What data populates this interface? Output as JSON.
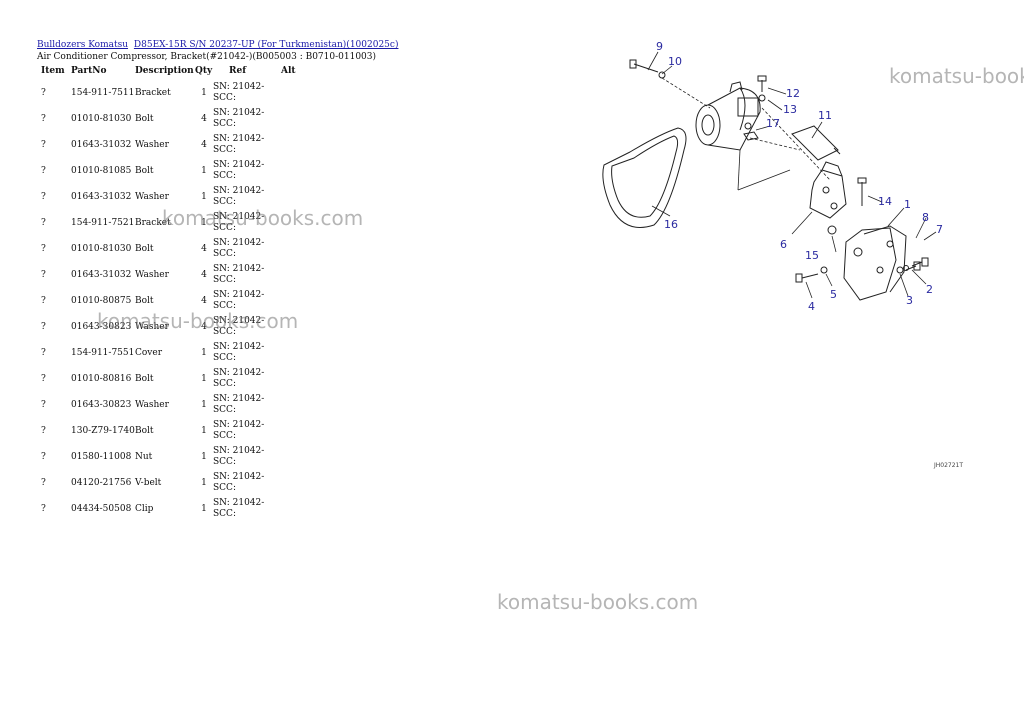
{
  "breadcrumb": {
    "items": [
      "Bulldozers Komatsu",
      "D85EX-15R S/N 20237-UP (For Turkmenistan)(1002025c)"
    ]
  },
  "subtitle": "Air Conditioner Compressor, Bracket(#21042-)(B005003 : B0710-011003)",
  "table": {
    "headers": [
      "Item",
      "PartNo",
      "Description",
      "Qty",
      "Ref",
      "Alt"
    ],
    "rows": [
      [
        "?",
        "154-911-7511",
        "Bracket",
        "1",
        "SN: 21042-SCC:",
        ""
      ],
      [
        "?",
        "01010-81030",
        "Bolt",
        "4",
        "SN: 21042-SCC:",
        ""
      ],
      [
        "?",
        "01643-31032",
        "Washer",
        "4",
        "SN: 21042-SCC:",
        ""
      ],
      [
        "?",
        "01010-81085",
        "Bolt",
        "1",
        "SN: 21042-SCC:",
        ""
      ],
      [
        "?",
        "01643-31032",
        "Washer",
        "1",
        "SN: 21042-SCC:",
        ""
      ],
      [
        "?",
        "154-911-7521",
        "Bracket",
        "1",
        "SN: 21042-SCC:",
        ""
      ],
      [
        "?",
        "01010-81030",
        "Bolt",
        "4",
        "SN: 21042-SCC:",
        ""
      ],
      [
        "?",
        "01643-31032",
        "Washer",
        "4",
        "SN: 21042-SCC:",
        ""
      ],
      [
        "?",
        "01010-80875",
        "Bolt",
        "4",
        "SN: 21042-SCC:",
        ""
      ],
      [
        "?",
        "01643-30823",
        "Washer",
        "4",
        "SN: 21042-SCC:",
        ""
      ],
      [
        "?",
        "154-911-7551",
        "Cover",
        "1",
        "SN: 21042-SCC:",
        ""
      ],
      [
        "?",
        "01010-80816",
        "Bolt",
        "1",
        "SN: 21042-SCC:",
        ""
      ],
      [
        "?",
        "01643-30823",
        "Washer",
        "1",
        "SN: 21042-SCC:",
        ""
      ],
      [
        "?",
        "130-Z79-1740",
        "Bolt",
        "1",
        "SN: 21042-SCC:",
        ""
      ],
      [
        "?",
        "01580-11008",
        "Nut",
        "1",
        "SN: 21042-SCC:",
        ""
      ],
      [
        "?",
        "04120-21756",
        "V-belt",
        "1",
        "SN: 21042-SCC:",
        ""
      ],
      [
        "?",
        "04434-50508",
        "Clip",
        "1",
        "SN: 21042-SCC:",
        ""
      ]
    ]
  },
  "watermark": "komatsu-books.com",
  "diagram": {
    "labels": [
      "1",
      "2",
      "3",
      "4",
      "5",
      "6",
      "7",
      "8",
      "9",
      "10",
      "11",
      "12",
      "13",
      "14",
      "15",
      "16",
      "17"
    ],
    "figure_code": "JH02721T"
  }
}
